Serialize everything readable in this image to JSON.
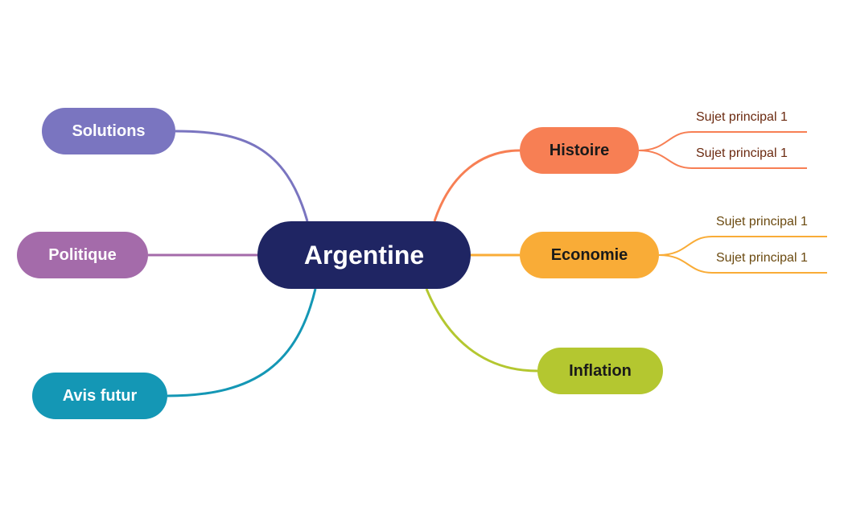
{
  "center": {
    "label": "Argentine",
    "color": "#1f2563"
  },
  "branches": {
    "solutions": {
      "label": "Solutions",
      "color": "#7a75c0"
    },
    "politique": {
      "label": "Politique",
      "color": "#a46baa"
    },
    "avis_futur": {
      "label": "Avis futur",
      "color": "#1497b5"
    },
    "histoire": {
      "label": "Histoire",
      "color": "#f77f54",
      "subtopics": [
        "Sujet principal 1",
        "Sujet principal 1"
      ]
    },
    "economie": {
      "label": "Economie",
      "color": "#f9ac37",
      "subtopics": [
        "Sujet principal 1",
        "Sujet principal 1"
      ]
    },
    "inflation": {
      "label": "Inflation",
      "color": "#b4c730"
    }
  }
}
